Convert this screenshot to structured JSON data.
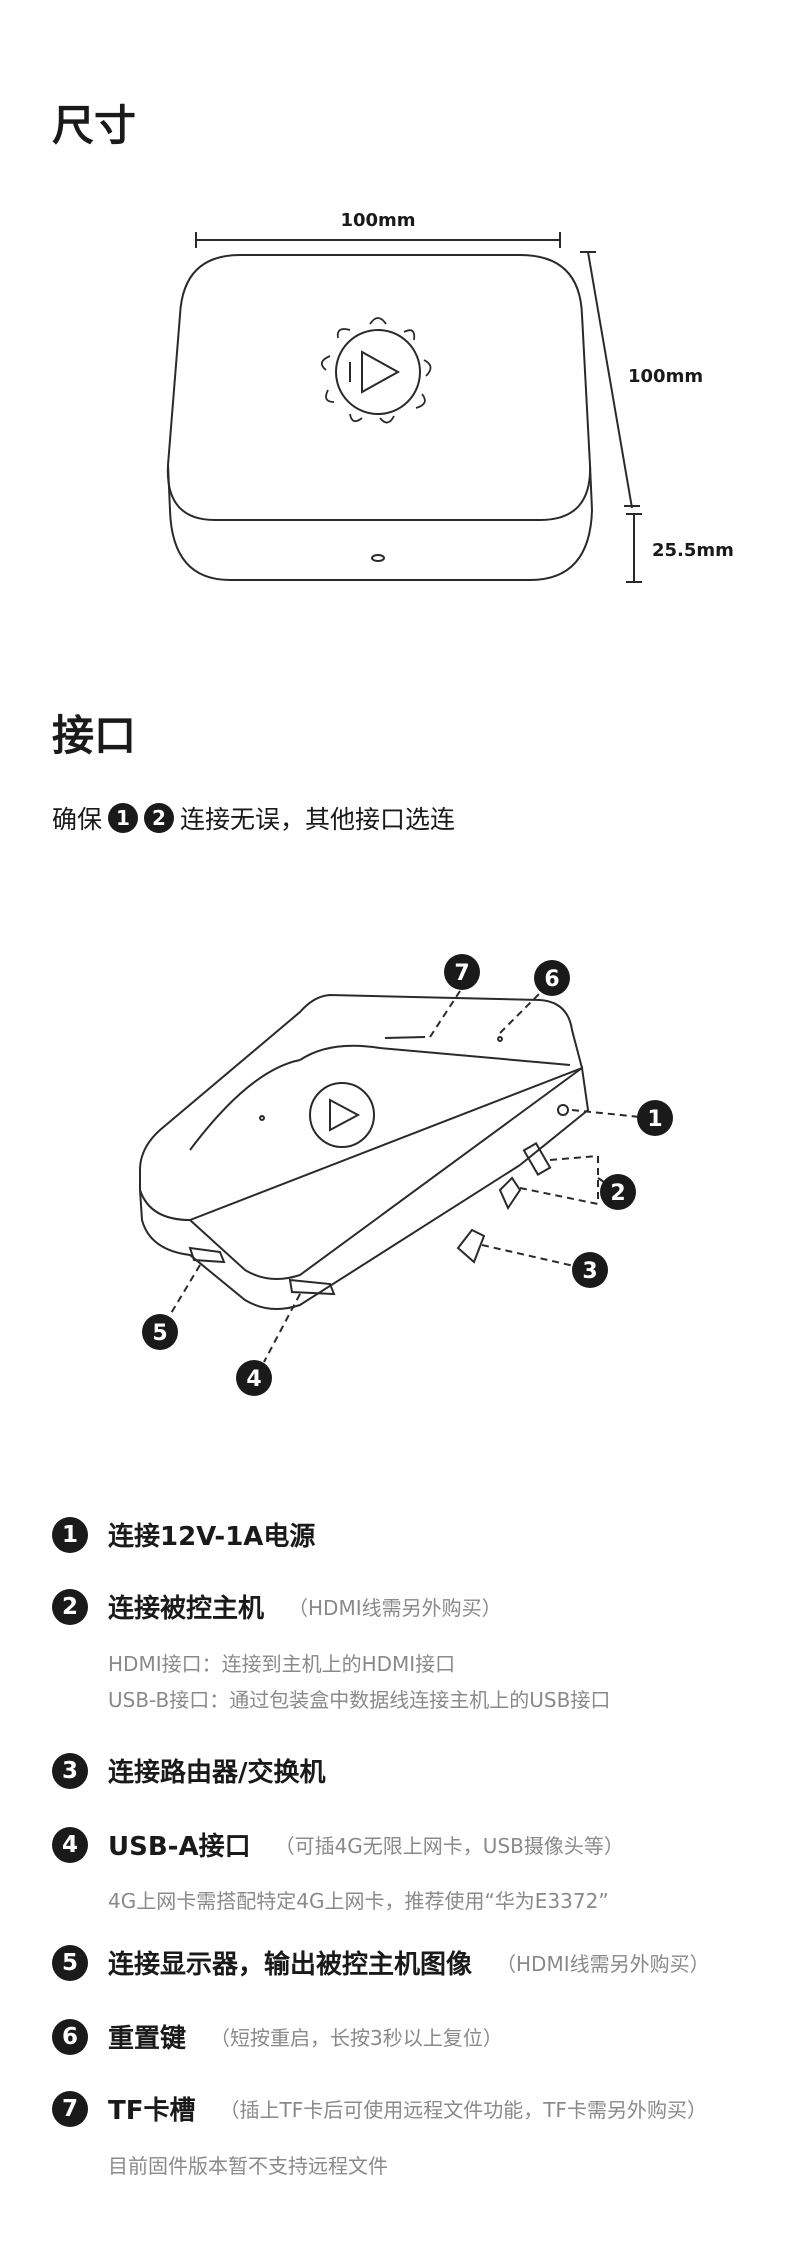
{
  "sections": {
    "size_title": "尺寸",
    "ports_title": "接口"
  },
  "dimensions": {
    "width": "100mm",
    "depth": "100mm",
    "height": "25.5mm"
  },
  "ports_intro": {
    "prefix": "确保",
    "n1": "1",
    "n2": "2",
    "suffix": "连接无误，其他接口选连"
  },
  "diagram_callouts": [
    "1",
    "2",
    "3",
    "4",
    "5",
    "6",
    "7"
  ],
  "items": [
    {
      "num": "1",
      "title": "连接12V-1A电源",
      "note": "",
      "details": []
    },
    {
      "num": "2",
      "title": "连接被控主机",
      "note": "（HDMI线需另外购买）",
      "details": [
        "HDMI接口：连接到主机上的HDMI接口",
        "USB-B接口：通过包装盒中数据线连接主机上的USB接口"
      ]
    },
    {
      "num": "3",
      "title": "连接路由器/交换机",
      "note": "",
      "details": []
    },
    {
      "num": "4",
      "title": "USB-A接口",
      "note": "（可插4G无限上网卡，USB摄像头等）",
      "details": [
        "4G上网卡需搭配特定4G上网卡，推荐使用“华为E3372”"
      ]
    },
    {
      "num": "5",
      "title": "连接显示器，输出被控主机图像",
      "note": "（HDMI线需另外购买）",
      "details": []
    },
    {
      "num": "6",
      "title": "重置键",
      "note": "（短按重启，长按3秒以上复位）",
      "details": []
    },
    {
      "num": "7",
      "title": "TF卡槽",
      "note": "（插上TF卡后可使用远程文件功能，TF卡需另外购买）",
      "details": [
        "目前固件版本暂不支持远程文件"
      ]
    }
  ]
}
